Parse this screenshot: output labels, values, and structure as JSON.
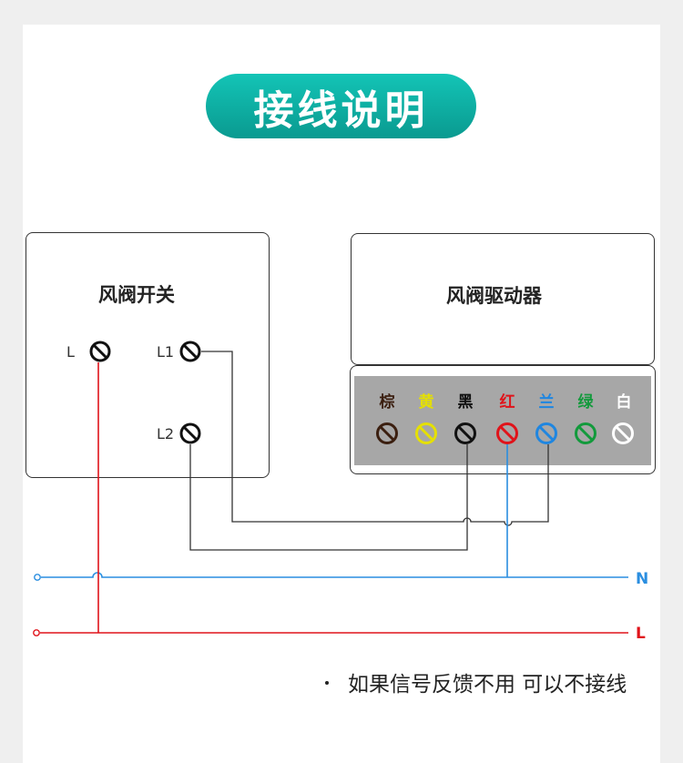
{
  "title": "接线说明",
  "switch_box": {
    "title": "风阀开关",
    "terminals": [
      "L",
      "L1",
      "L2"
    ]
  },
  "driver_box": {
    "title": "风阀驱动器",
    "wires": [
      {
        "label": "棕",
        "color": "#3b1f10"
      },
      {
        "label": "黄",
        "color": "#e5e000"
      },
      {
        "label": "黑",
        "color": "#111111"
      },
      {
        "label": "红",
        "color": "#e0131a"
      },
      {
        "label": "兰",
        "color": "#1f86e0"
      },
      {
        "label": "绿",
        "color": "#139a3c"
      },
      {
        "label": "白",
        "color": "#ffffff"
      }
    ]
  },
  "lines": {
    "neutral": {
      "label": "N",
      "color": "#2a8ee0"
    },
    "live": {
      "label": "L",
      "color": "#e0131a"
    }
  },
  "note": "如果信号反馈不用  可以不接线",
  "colors": {
    "accent": "#13b5a8",
    "strip": "#a7a7a7"
  }
}
